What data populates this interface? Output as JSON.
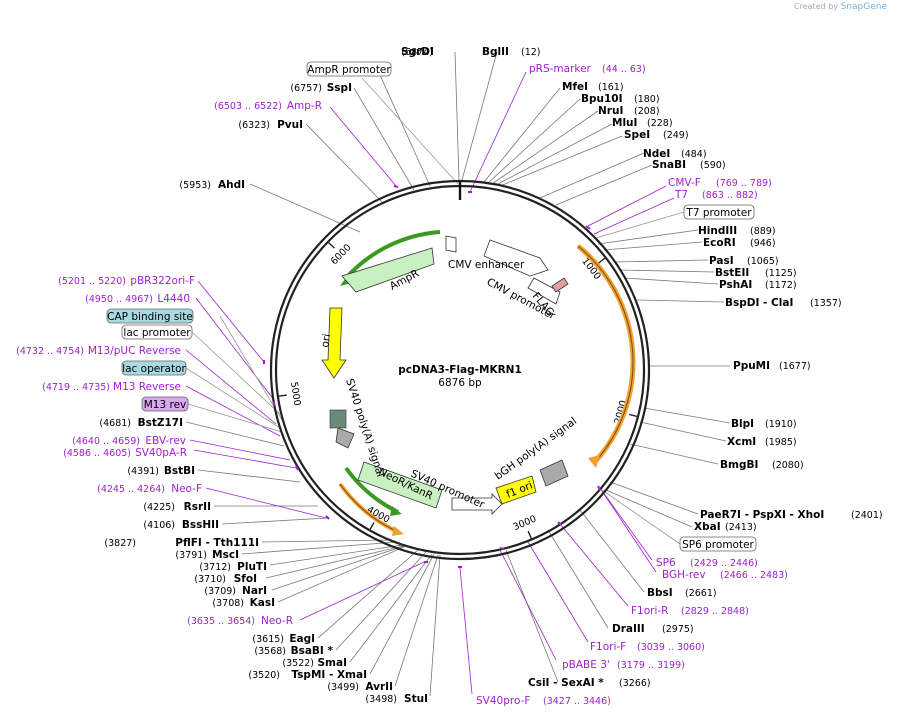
{
  "credit": {
    "created_by": "Created by",
    "brand": "SnapGene"
  },
  "plasmid": {
    "name": "pcDNA3-Flag-MKRN1",
    "length": "6876 bp",
    "total_bp": 6876
  },
  "tick_labels": [
    "1000",
    "2000",
    "3000",
    "4000",
    "5000",
    "6000"
  ],
  "sites": [
    {
      "name": "SgrDI",
      "pos": "(6874)"
    },
    {
      "name": "BglII",
      "pos": "(12)"
    },
    {
      "name": "MfeI",
      "pos": "(161)"
    },
    {
      "name": "Bpu10I",
      "pos": "(180)"
    },
    {
      "name": "NruI",
      "pos": "(208)"
    },
    {
      "name": "MluI",
      "pos": "(228)"
    },
    {
      "name": "SpeI",
      "pos": "(249)"
    },
    {
      "name": "NdeI",
      "pos": "(484)"
    },
    {
      "name": "SnaBI",
      "pos": "(590)"
    },
    {
      "name": "HindIII",
      "pos": "(889)"
    },
    {
      "name": "EcoRI",
      "pos": "(946)"
    },
    {
      "name": "PasI",
      "pos": "(1065)"
    },
    {
      "name": "BstEII",
      "pos": "(1125)"
    },
    {
      "name": "PshAI",
      "pos": "(1172)"
    },
    {
      "name": "BspDI - ClaI",
      "pos": "(1357)"
    },
    {
      "name": "PpuMI",
      "pos": "(1677)"
    },
    {
      "name": "BlpI",
      "pos": "(1910)"
    },
    {
      "name": "XcmI",
      "pos": "(1985)"
    },
    {
      "name": "BmgBI",
      "pos": "(2080)"
    },
    {
      "name": "PaeR7I - PspXI - XhoI",
      "pos": "(2401)"
    },
    {
      "name": "XbaI",
      "pos": "(2413)"
    },
    {
      "name": "BbsI",
      "pos": "(2661)"
    },
    {
      "name": "DraIII",
      "pos": "(2975)"
    },
    {
      "name": "CsiI - SexAI *",
      "pos": "(3266)"
    },
    {
      "name": "StuI",
      "pos": "(3498)"
    },
    {
      "name": "AvrII",
      "pos": "(3499)"
    },
    {
      "name": "TspMI - XmaI",
      "pos": "(3520)"
    },
    {
      "name": "SmaI",
      "pos": "(3522)"
    },
    {
      "name": "BsaBI *",
      "pos": "(3568)"
    },
    {
      "name": "EagI",
      "pos": "(3615)"
    },
    {
      "name": "KasI",
      "pos": "(3708)"
    },
    {
      "name": "NarI",
      "pos": "(3709)"
    },
    {
      "name": "SfoI",
      "pos": "(3710)"
    },
    {
      "name": "PluTI",
      "pos": "(3712)"
    },
    {
      "name": "MscI",
      "pos": "(3791)"
    },
    {
      "name": "PflFI - Tth111I",
      "pos": "(3827)"
    },
    {
      "name": "BssHII",
      "pos": "(4106)"
    },
    {
      "name": "RsrII",
      "pos": "(4225)"
    },
    {
      "name": "BstBI",
      "pos": "(4391)"
    },
    {
      "name": "BstZ17I",
      "pos": "(4681)"
    },
    {
      "name": "AhdI",
      "pos": "(5953)"
    },
    {
      "name": "PvuI",
      "pos": "(6323)"
    },
    {
      "name": "SspI",
      "pos": "(6757)"
    }
  ],
  "primers": [
    {
      "name": "pRS-marker",
      "range": "(44 .. 63)"
    },
    {
      "name": "CMV-F",
      "range": "(769 .. 789)"
    },
    {
      "name": "T7",
      "range": "(863 .. 882)"
    },
    {
      "name": "SP6",
      "range": "(2429 .. 2446)"
    },
    {
      "name": "BGH-rev",
      "range": "(2466 .. 2483)"
    },
    {
      "name": "F1ori-R",
      "range": "(2829 .. 2848)"
    },
    {
      "name": "F1ori-F",
      "range": "(3039 .. 3060)"
    },
    {
      "name": "pBABE 3'",
      "range": "(3179 .. 3199)"
    },
    {
      "name": "SV40pro-F",
      "range": "(3427 .. 3446)"
    },
    {
      "name": "Neo-R",
      "range": "(3635 .. 3654)"
    },
    {
      "name": "Neo-F",
      "range": "(4245 .. 4264)"
    },
    {
      "name": "SV40pA-R",
      "range": "(4586 .. 4605)"
    },
    {
      "name": "EBV-rev",
      "range": "(4640 .. 4659)"
    },
    {
      "name": "M13 Reverse",
      "range": "(4719 .. 4735)"
    },
    {
      "name": "M13/pUC Reverse",
      "range": "(4732 .. 4754)"
    },
    {
      "name": "L4440",
      "range": "(4950 .. 4967)"
    },
    {
      "name": "pBR322ori-F",
      "range": "(5201 .. 5220)"
    },
    {
      "name": "Amp-R",
      "range": "(6503 .. 6522)"
    }
  ],
  "boxed_features": [
    {
      "name": "AmpR promoter"
    },
    {
      "name": "T7 promoter"
    },
    {
      "name": "SP6 promoter"
    },
    {
      "name": "CAP binding site"
    },
    {
      "name": "lac promoter"
    },
    {
      "name": "lac operator"
    },
    {
      "name": "M13 rev"
    }
  ],
  "features": [
    {
      "name": "CMV enhancer"
    },
    {
      "name": "CMV promoter"
    },
    {
      "name": "FLAG"
    },
    {
      "name": "AmpR"
    },
    {
      "name": "ori"
    },
    {
      "name": "SV40 poly(A) signal"
    },
    {
      "name": "SV40 promoter"
    },
    {
      "name": "NeoR/KanR"
    },
    {
      "name": "bGH poly(A) signal"
    },
    {
      "name": "f1 ori"
    }
  ],
  "colors": {
    "backbone": "#222222",
    "primer": "#a020d0",
    "orf_orange": "#f0a030",
    "green_arc": "#3a9a20",
    "yellow": "#ffff00",
    "promoter_fill": "#ffffff",
    "light_green": "#c8f0c0",
    "cyan_box": "#a8d8e0",
    "violet_box": "#d8a8f0"
  }
}
